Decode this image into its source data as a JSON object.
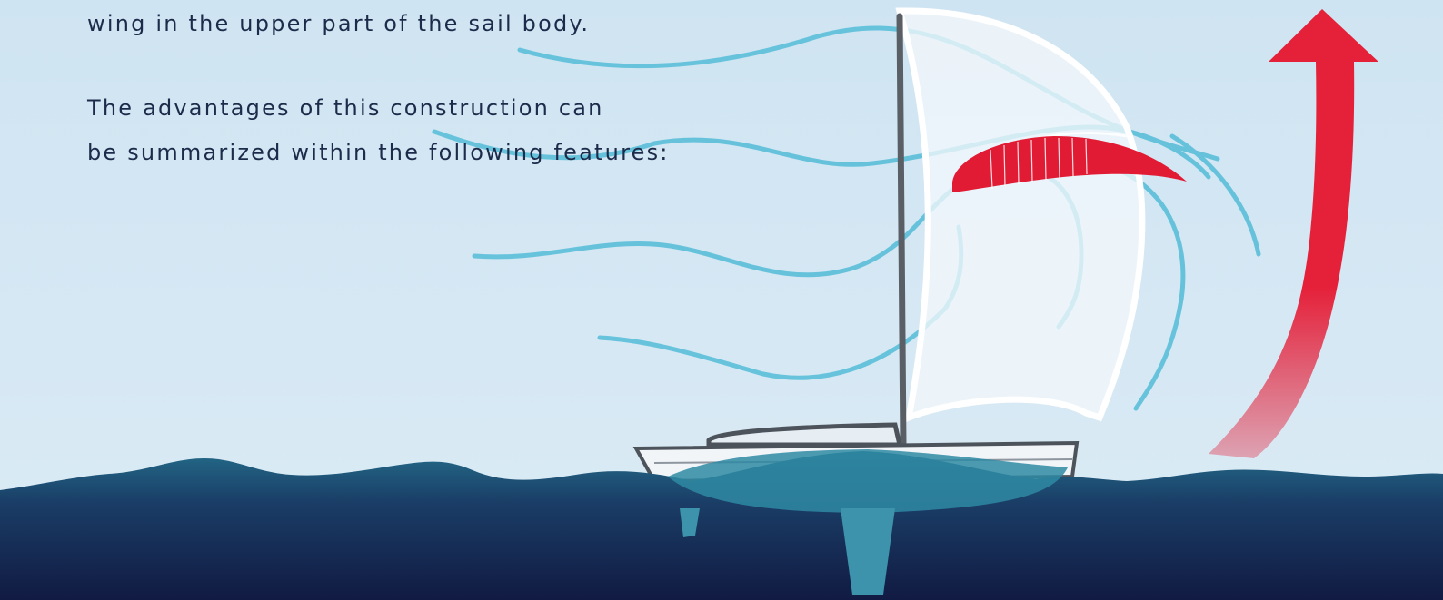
{
  "text": {
    "line1": "wing in the upper part of the sail body.",
    "line2": "The advantages of this construction can",
    "line3": "be summarized within the following features:"
  },
  "colors": {
    "sky": "#d2e6f3",
    "wind_lines": "#5bbfd9",
    "lift_arrow": "#e5213a",
    "sail": "#f4f8fc",
    "wing": "#e21b35",
    "sea_dark": "#14204a",
    "sea_teal": "#2f8aa3",
    "text": "#1d2b4a"
  }
}
